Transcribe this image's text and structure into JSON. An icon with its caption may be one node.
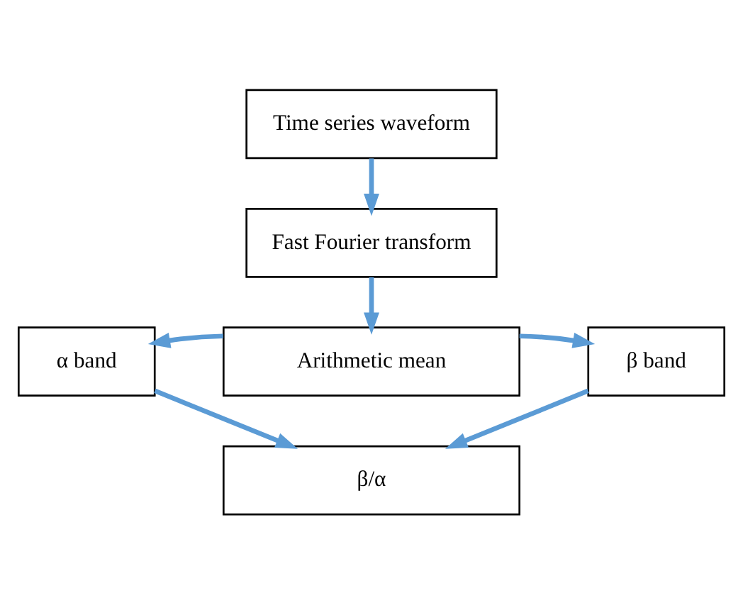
{
  "diagram": {
    "nodes": [
      {
        "text": [
          "Time series waveform"
        ]
      },
      {
        "text": [
          "Fast Fourier transform"
        ]
      },
      {
        "text": [
          "Arithmetic mean"
        ]
      },
      {
        "text": [
          "α band"
        ]
      },
      {
        "text": [
          "β band"
        ]
      },
      {
        "text": [
          "β/α"
        ]
      }
    ],
    "edges": [
      {
        "from": 0,
        "to": 1,
        "arrow": "to"
      },
      {
        "from": 1,
        "to": 2,
        "arrow": "to"
      },
      {
        "from": 2,
        "to": 3,
        "arrow": "to"
      },
      {
        "from": 2,
        "to": 4,
        "arrow": "to"
      },
      {
        "from": 3,
        "to": 5,
        "arrow": "to"
      },
      {
        "from": 4,
        "to": 5,
        "arrow": "to"
      }
    ]
  }
}
